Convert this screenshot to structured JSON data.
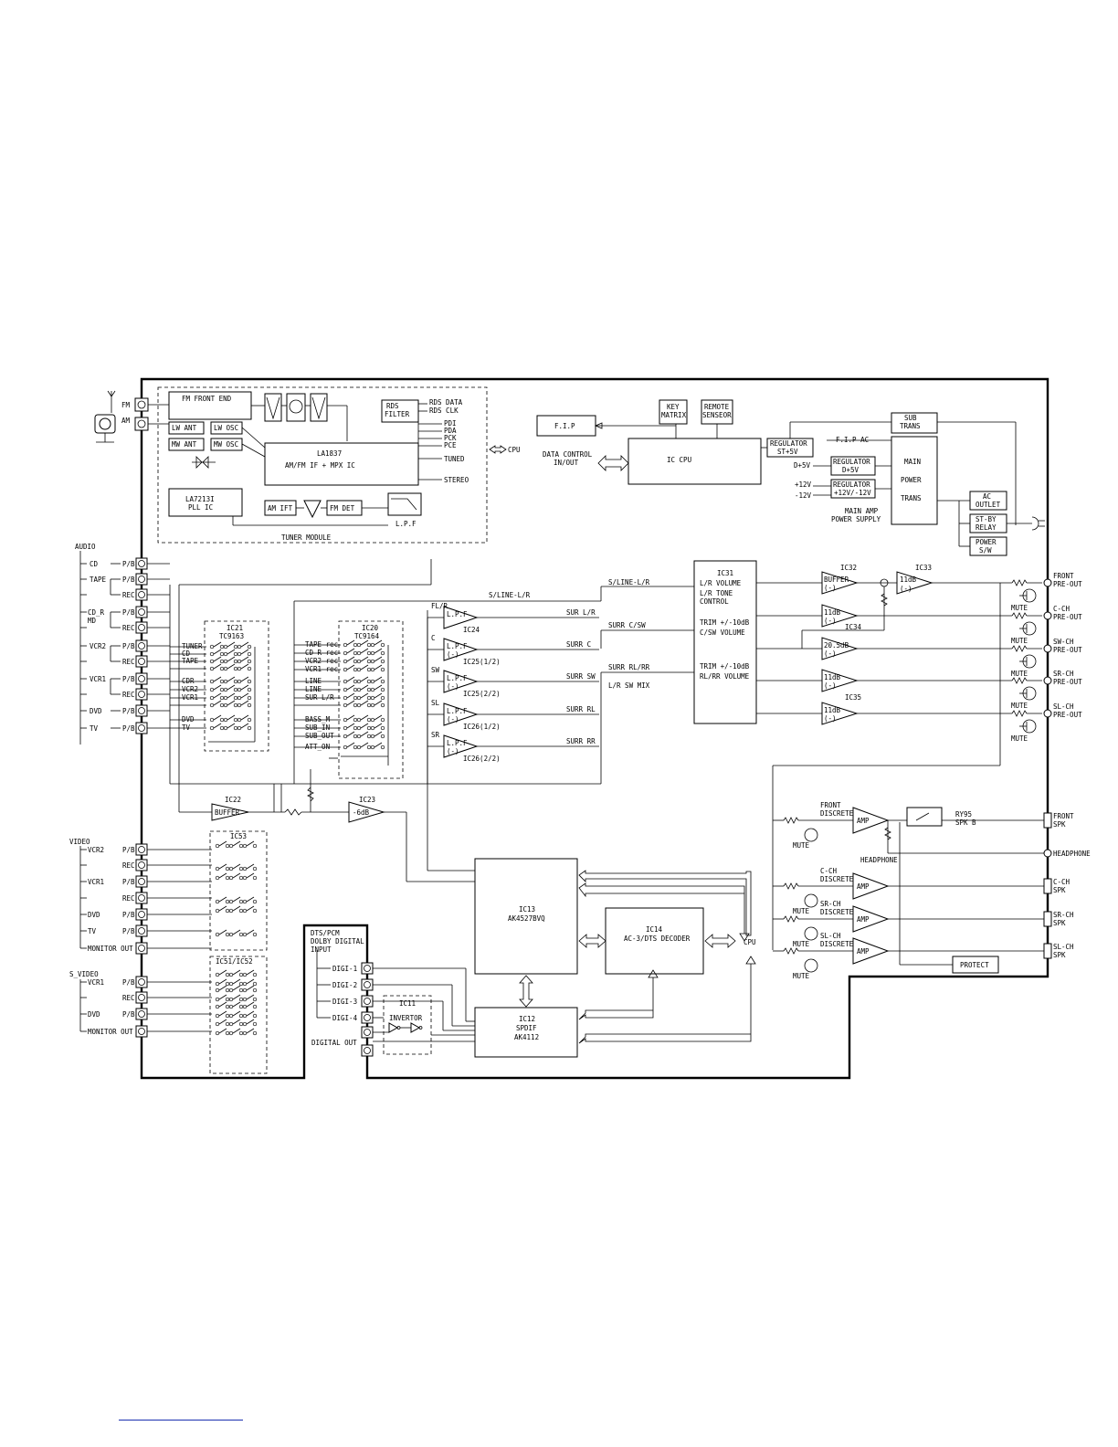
{
  "tuner": {
    "module": "TUNER MODULE",
    "fm": "FM",
    "am": "AM",
    "front_end": "FM FRONT END",
    "rds_filter": "RDS\nFILTER",
    "rds_data": "RDS DATA",
    "rds_clk": "RDS CLK",
    "lw_ant": "LW ANT",
    "lw_osc": "LW OSC",
    "mw_ant": "MW ANT",
    "mw_osc": "MW OSC",
    "main_ic": "LA1837\nAM/FM IF + MPX IC",
    "pll": "LA7213I\nPLL IC",
    "am_ift": "AM IFT",
    "fm_det": "FM DET",
    "lpf": "L.P.F",
    "pins": [
      "PDI",
      "PDA",
      "PCK",
      "PCE"
    ],
    "tuned": "TUNED",
    "stereo": "STEREO",
    "cpu": "CPU"
  },
  "control": {
    "fip": "F.I.P",
    "key_matrix": "KEY\nMATRIX",
    "remote": "REMOTE\nSENSEOR",
    "data_control": "DATA CONTROL\nIN/OUT",
    "ic_cpu": "IC        CPU",
    "regulator_st": "REGULATOR\nST+5V",
    "sub_trans": "SUB\nTRANS",
    "fip_ac": "F.I.P AC",
    "reg_d5": "REGULATOR\nD+5V",
    "reg_12": "REGULATOR\n+12V/-12V",
    "d5": "D+5V",
    "p12": "+12V",
    "m12": "-12V",
    "main_trans": "MAIN\n\nPOWER\n\nTRANS",
    "power_supply": "MAIN AMP\nPOWER SUPPLY",
    "ac_outlet": "AC\nOUTLET",
    "standby": "ST-BY\nRELAY",
    "power_sw": "POWER\nS/W"
  },
  "audio": {
    "header": "AUDIO",
    "sources": [
      "CD",
      "TAPE",
      "",
      "CD_R\nMD",
      "",
      "VCR2",
      "",
      "VCR1",
      "",
      "DVD",
      "TV"
    ],
    "jacks": [
      "P/B",
      "P/B",
      "REC",
      "P/B",
      "REC",
      "P/B",
      "REC",
      "P/B",
      "REC",
      "P/B",
      "P/B"
    ]
  },
  "selectors": {
    "ic21": "IC21\nTC9163",
    "ic21_inputs": [
      "TUNER",
      "CD",
      "TAPE",
      "",
      "CDR",
      "VCR2",
      "VCR1",
      "",
      "DVD",
      "TV"
    ],
    "ic20": "IC20\nTC9164",
    "ic20_inputs": [
      "TAPE rec",
      "CD R rec",
      "VCR2 rec",
      "VCR1 rec",
      "LINE",
      "LINE",
      "SUR L/R",
      "",
      "BASS_M",
      "SUB_IN",
      "SUB_OUT",
      "ATT_ON"
    ]
  },
  "filters": {
    "lpf": "L.P.F",
    "minus": "(-)",
    "rows": [
      {
        "ch": "FL/R",
        "ic": "IC24",
        "sig": "SUR L/R"
      },
      {
        "ch": "C",
        "ic": "IC25(1/2)",
        "sig": "SURR C"
      },
      {
        "ch": "SW",
        "ic": "IC25(2/2)",
        "sig": "SURR SW"
      },
      {
        "ch": "SL",
        "ic": "IC26(1/2)",
        "sig": "SURR RL"
      },
      {
        "ch": "SR",
        "ic": "IC26(2/2)",
        "sig": "SURR RR"
      }
    ],
    "sline_lr": "S/LINE-L/R",
    "sline_lr2": "S/LINE-L/R",
    "surr_csw": "SURR C/SW",
    "surr_rlrr": "SURR RL/RR",
    "lr_sw_mix": "L/R SW MIX"
  },
  "volume": {
    "ic31": "IC31\nL/R VOLUME\nL/R TONE\nCONTROL",
    "trim1": "TRIM +/-10dB\nC/SW VOLUME",
    "trim2": "TRIM +/-10dB\nRL/RR VOLUME"
  },
  "preout": {
    "ic32": "IC32",
    "ic33": "IC33",
    "ic34": "IC34",
    "ic35": "IC35",
    "buffer": "BUFFER",
    "g11": "11dB",
    "g205": "20.5dB",
    "minus": "(-)",
    "mute": "MUTE",
    "outputs": [
      "FRONT\nPRE-OUT",
      "C-CH\nPRE-OUT",
      "SW-CH\nPRE-OUT",
      "SR-CH\nPRE-OUT",
      "SL-CH\nPRE-OUT"
    ]
  },
  "mid": {
    "ic22": "IC22",
    "buffer": "BUFFER",
    "ic23": "IC23",
    "g6": "-6dB"
  },
  "video": {
    "header": "VIDEO",
    "sources": [
      "VCR2",
      "",
      "VCR1",
      "",
      "DVD",
      "TV",
      "MONITOR OUT"
    ],
    "jacks": [
      "P/B",
      "REC",
      "P/B",
      "REC",
      "P/B",
      "P/B",
      ""
    ],
    "ic53": "IC53",
    "s_header": "S_VIDEO",
    "s_sources": [
      "VCR1",
      "",
      "DVD",
      "MONITOR OUT"
    ],
    "s_jacks": [
      "P/B",
      "REC",
      "P/B",
      ""
    ],
    "ic51": "IC51/IC52"
  },
  "digital": {
    "header": "DTS/PCM\nDOLBY DIGITAL\nINPUT",
    "inputs": [
      "DIGI-1",
      "DIGI-2",
      "DIGI-3",
      "DIGI-4"
    ],
    "out": "DIGITAL OUT",
    "ic11": "IC11",
    "invertor": "INVERTOR",
    "ic12": "IC12\nSPDIF\nAK4112",
    "ic13": "IC13\nAK4527BVQ",
    "ic14": "IC14\nAC-3/DTS DECODER",
    "cpu": "CPU"
  },
  "power_amp": {
    "amp": "AMP",
    "mute": "MUTE",
    "front_disc": "FRONT\nDISCRETE",
    "c_disc": "C-CH\nDISCRETE",
    "sr_disc": "SR-CH\nDISCRETE",
    "sl_disc": "SL-CH\nDISCRETE",
    "ry": "RY95\nSPK B",
    "headphone": "HEADPHONE",
    "headphone_out": "HEADPHONE",
    "protect": "PROTECT",
    "speakers": [
      "FRONT\nSPK",
      "C-CH\nSPK",
      "SR-CH\nSPK",
      "SL-CH\nSPK"
    ]
  }
}
